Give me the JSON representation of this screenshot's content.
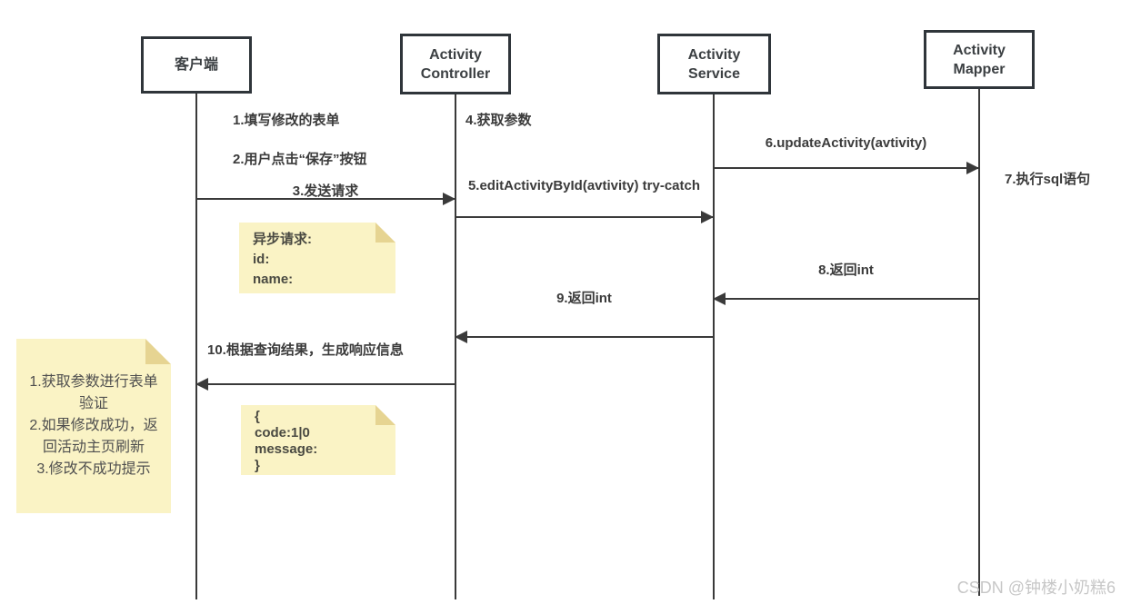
{
  "actors": [
    {
      "label": "客户端"
    },
    {
      "label": "Activity Controller"
    },
    {
      "label": "Activity Service"
    },
    {
      "label": "Activity Mapper"
    }
  ],
  "messages": {
    "m1": "1.填写修改的表单",
    "m2": "2.用户点击“保存”按钮",
    "m3": "3.发送请求",
    "m4": "4.获取参数",
    "m5": "5.editActivityById(avtivity)\ntry-catch",
    "m6": "6.updateActivity(avtivity)",
    "m7": "7.执行sql语句",
    "m8": "8.返回int",
    "m9": "9.返回int",
    "m10": "10.根据查询结果，生成响应信息"
  },
  "notes": {
    "request_note": "异步请求:\nid:\nname:",
    "response_note": "{\n  code:1|0\nmessage:\n}",
    "validation_note": "1.获取参数进行表单\n验证\n2.如果修改成功，返\n回活动主页刷新\n3.修改不成功提示"
  },
  "watermark": {
    "text": "CSDN @钟楼小奶糕6"
  },
  "colors": {
    "line": "#3a3a3a",
    "box_border": "#2f353a",
    "note_fill": "#faf3c5",
    "note_fold": "#e6d492",
    "text": "#3b3b3b",
    "watermark": "#c7c7c7"
  }
}
